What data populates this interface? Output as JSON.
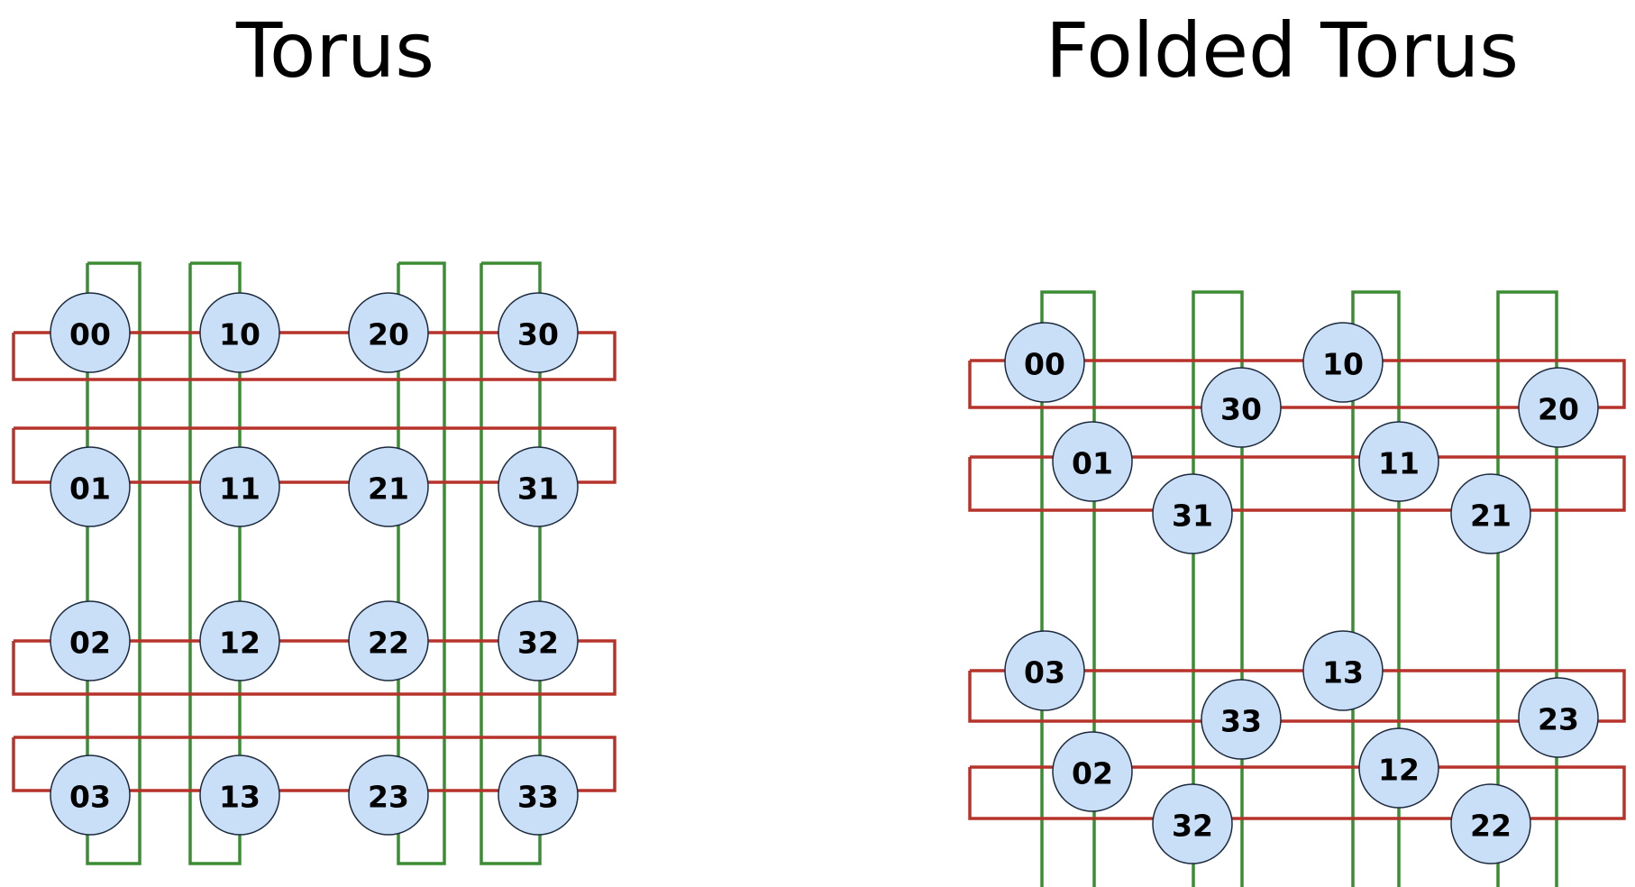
{
  "titles": {
    "torus": "Torus",
    "folded_torus": "Folded Torus"
  },
  "colors": {
    "horizontal_link": "#b5332a",
    "vertical_link": "#3c8c34",
    "node_fill": "#c9dff7",
    "node_stroke": "#1c2a3e"
  },
  "diagrams": {
    "torus": {
      "grid": [
        [
          "00",
          "10",
          "20",
          "30"
        ],
        [
          "01",
          "11",
          "21",
          "31"
        ],
        [
          "02",
          "12",
          "22",
          "32"
        ],
        [
          "03",
          "13",
          "23",
          "33"
        ]
      ]
    },
    "folded_torus": {
      "grid": [
        [
          "00",
          "30",
          "10",
          "20"
        ],
        [
          "01",
          "31",
          "11",
          "21"
        ],
        [
          "03",
          "33",
          "13",
          "23"
        ],
        [
          "02",
          "32",
          "12",
          "22"
        ]
      ]
    }
  }
}
